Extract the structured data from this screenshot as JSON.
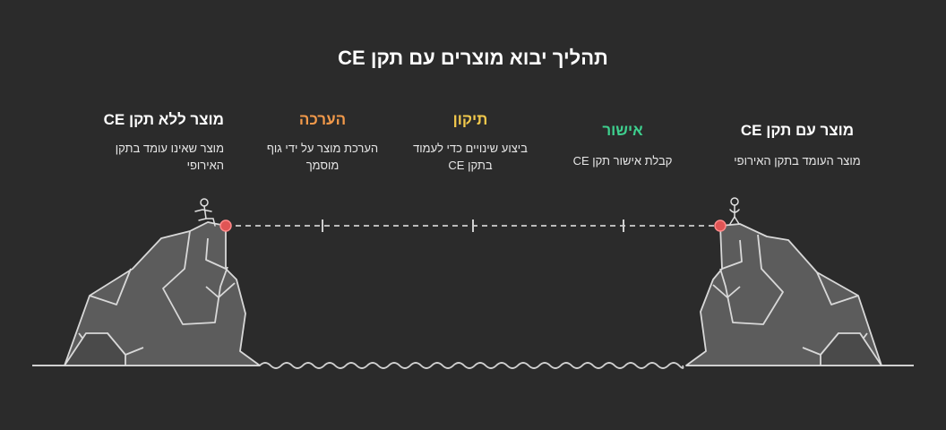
{
  "title": "תהליך יבוא מוצרים עם תקן CE",
  "stages": [
    {
      "title": "מוצר ללא תקן CE",
      "desc": "מוצר שאינו עומד בתקן האירופי",
      "color": "#ffffff"
    },
    {
      "title": "הערכה",
      "desc": "הערכת מוצר על ידי גוף מוסמך",
      "color": "#f2994a"
    },
    {
      "title": "תיקון",
      "desc": "ביצוע שינויים כדי לעמוד בתקן CE",
      "color": "#f2c94c"
    },
    {
      "title": "אישור",
      "desc": "קבלת אישור תקן CE",
      "color": "#3ecf8e"
    },
    {
      "title": "מוצר עם תקן CE",
      "desc": "מוצר העומד בתקן האירופי",
      "color": "#ffffff"
    }
  ]
}
